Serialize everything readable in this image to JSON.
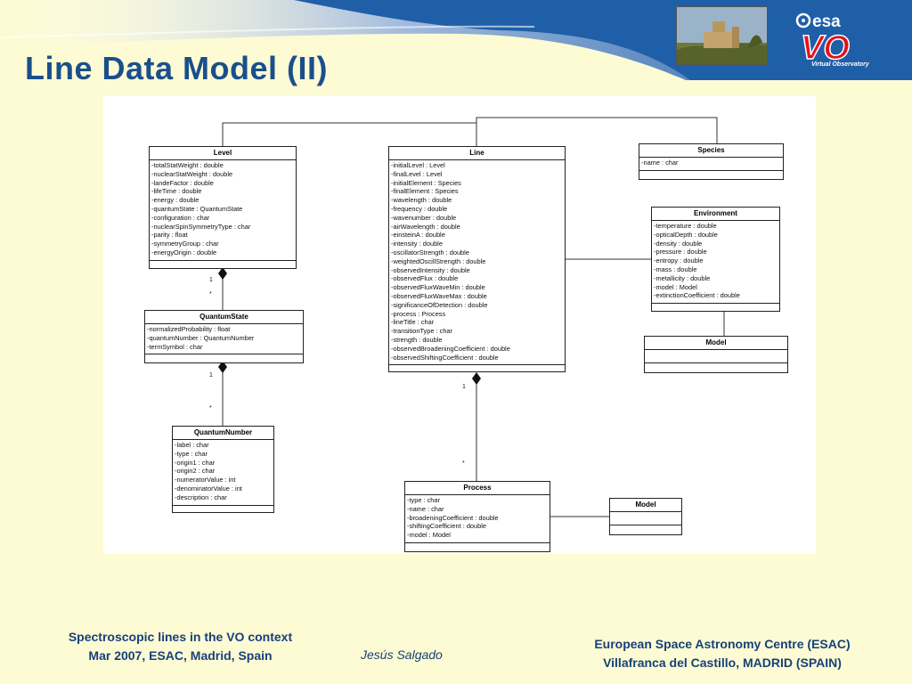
{
  "slide": {
    "title": "Line Data Model (II)",
    "logo": {
      "agency": "esa",
      "program": "VO",
      "tagline": "Virtual Observatory"
    }
  },
  "classes": {
    "level": {
      "name": "Level",
      "attributes": [
        "-totalStatWeight : double",
        "-nuclearStatWeight : double",
        "-landeFactor : double",
        "-lifeTime : double",
        "-energy : double",
        "-quantumState : QuantumState",
        "-configuration : char",
        "-nuclearSpinSymmetryType : char",
        "-parity : float",
        "-symmetryGroup : char",
        "-energyOrigin : double"
      ]
    },
    "quantum_state": {
      "name": "QuantumState",
      "attributes": [
        "-normalizedProbability : float",
        "-quantumNumber : QuantumNumber",
        "-termSymbol : char"
      ]
    },
    "quantum_number": {
      "name": "QuantumNumber",
      "attributes": [
        "-label : char",
        "-type : char",
        "-origin1 : char",
        "-origin2 : char",
        "-numeratorValue : int",
        "-denominatorValue : int",
        "-description : char"
      ]
    },
    "line": {
      "name": "Line",
      "attributes": [
        "-initialLevel : Level",
        "-finalLevel : Level",
        "-initialElement : Species",
        "-finalElement : Species",
        "-wavelength : double",
        "-frequency : double",
        "-wavenumber : double",
        "-airWavelength : double",
        "-einsteinA : double",
        "-intensity : double",
        "-oscillatorStrength : double",
        "-weightedOscillStrength : double",
        "-observedIntensity : double",
        "-observedFlux : double",
        "-observedFluxWaveMin : double",
        "-observedFluxWaveMax : double",
        "-significanceOfDetection : double",
        "-process : Process",
        "-lineTitle : char",
        "-transitionType : char",
        "-strength : double",
        "-observedBroadeningCoefficient : double",
        "-observedShiftingCoefficient : double"
      ]
    },
    "species": {
      "name": "Species",
      "attributes": [
        "-name : char"
      ]
    },
    "environment": {
      "name": "Environment",
      "attributes": [
        "-temperature : double",
        "-opticalDepth : double",
        "-density : double",
        "-pressure : double",
        "-entropy : double",
        "-mass : double",
        "-metallicity : double",
        "-model : Model",
        "-extinctionCoefficient : double"
      ]
    },
    "model_env": {
      "name": "Model",
      "attributes": []
    },
    "process": {
      "name": "Process",
      "attributes": [
        "-type : char",
        "-name : char",
        "-broadeningCoefficient : double",
        "-shiftingCoefficient : double",
        "-model : Model"
      ]
    },
    "model_proc": {
      "name": "Model",
      "attributes": []
    }
  },
  "multiplicities": {
    "level_one": "1",
    "level_many": "*",
    "qstate_one": "1",
    "qstate_many": "*",
    "line_one": "1",
    "line_many": "*"
  },
  "footer": {
    "left_line1": "Spectroscopic  lines in the VO context",
    "left_line2": "Mar 2007, ESAC, Madrid, Spain",
    "author": "Jesús Salgado",
    "right_line1": "European Space Astronomy Centre (ESAC)",
    "right_line2": "Villafranca del Castillo, MADRID (SPAIN)"
  },
  "colors": {
    "background": "#fdfbd3",
    "banner": "#1f5fa8",
    "title": "#1b4f8c",
    "footer_text": "#17407a",
    "logo_red": "#e3111b"
  }
}
